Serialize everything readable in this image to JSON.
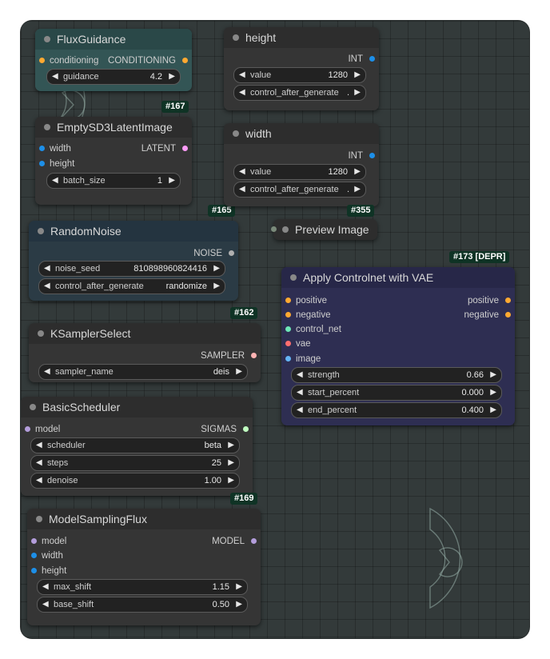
{
  "nodes": {
    "flux_guidance": {
      "title": "FluxGuidance",
      "input": "conditioning",
      "output": "CONDITIONING",
      "widget": {
        "label": "guidance",
        "value": "4.2"
      },
      "badge": "#167"
    },
    "empty_latent": {
      "title": "EmptySD3LatentImage",
      "inputs": [
        "width",
        "height"
      ],
      "output": "LATENT",
      "widget": {
        "label": "batch_size",
        "value": "1"
      },
      "badge": "#165"
    },
    "height": {
      "title": "height",
      "output": "INT",
      "widgets": [
        {
          "label": "value",
          "value": "1280"
        },
        {
          "label": "control_after_generate",
          "value": "."
        }
      ]
    },
    "width": {
      "title": "width",
      "output": "INT",
      "widgets": [
        {
          "label": "value",
          "value": "1280"
        },
        {
          "label": "control_after_generate",
          "value": "."
        }
      ],
      "badge": "#355"
    },
    "random_noise": {
      "title": "RandomNoise",
      "output": "NOISE",
      "widgets": [
        {
          "label": "noise_seed",
          "value": "810898960824416"
        },
        {
          "label": "control_after_generate",
          "value": "randomize"
        }
      ],
      "badge": "#162"
    },
    "preview_image": {
      "title": "Preview Image"
    },
    "apply_controlnet": {
      "title": "Apply Controlnet with VAE",
      "badge": "#173 [DEPR]",
      "inputs": [
        "positive",
        "negative",
        "control_net",
        "vae",
        "image"
      ],
      "outputs": [
        "positive",
        "negative"
      ],
      "widgets": [
        {
          "label": "strength",
          "value": "0.66"
        },
        {
          "label": "start_percent",
          "value": "0.000"
        },
        {
          "label": "end_percent",
          "value": "0.400"
        }
      ]
    },
    "ksampler_select": {
      "title": "KSamplerSelect",
      "output": "SAMPLER",
      "widget": {
        "label": "sampler_name",
        "value": "deis"
      }
    },
    "basic_scheduler": {
      "title": "BasicScheduler",
      "input": "model",
      "output": "SIGMAS",
      "widgets": [
        {
          "label": "scheduler",
          "value": "beta"
        },
        {
          "label": "steps",
          "value": "25"
        },
        {
          "label": "denoise",
          "value": "1.00"
        }
      ],
      "badge": "#169"
    },
    "model_sampling_flux": {
      "title": "ModelSamplingFlux",
      "inputs": [
        "model",
        "width",
        "height"
      ],
      "output": "MODEL",
      "widgets": [
        {
          "label": "max_shift",
          "value": "1.15"
        },
        {
          "label": "base_shift",
          "value": "0.50"
        }
      ]
    }
  },
  "colors": {
    "canvas": "#333a3a",
    "node": "#353535",
    "title_bar": "#2d2d2d",
    "flux_node": "#335555",
    "noise_node": "#2b3b45",
    "controlnet_node": "#2e2e52",
    "badge": "#0f3325",
    "conditioning": "#ffa931",
    "latent": "#ff9cf9",
    "int": "#1d8fe8",
    "noise": "#b0b0b0",
    "sampler": "#ffb3b3",
    "sigmas": "#c0ffc0",
    "model": "#b39ddb",
    "control_net": "#6ee7b7",
    "vae": "#ff6e6e",
    "image": "#64b5f6"
  }
}
